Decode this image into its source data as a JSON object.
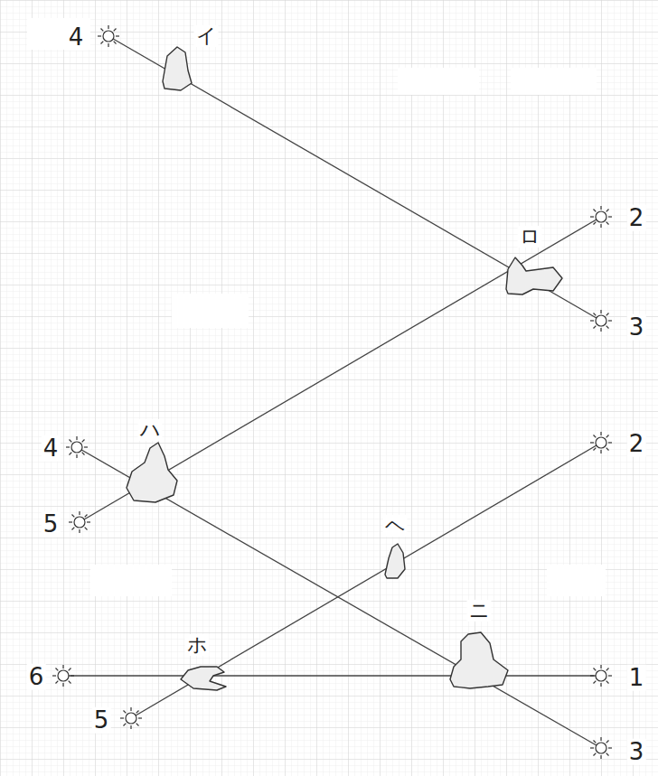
{
  "diagram": {
    "labels": [
      "4",
      "イ",
      "2",
      "ロ",
      "3",
      "ハ",
      "4",
      "2",
      "5",
      "ヘ",
      "ニ",
      "6",
      "ホ",
      "1",
      "5",
      "3"
    ]
  }
}
